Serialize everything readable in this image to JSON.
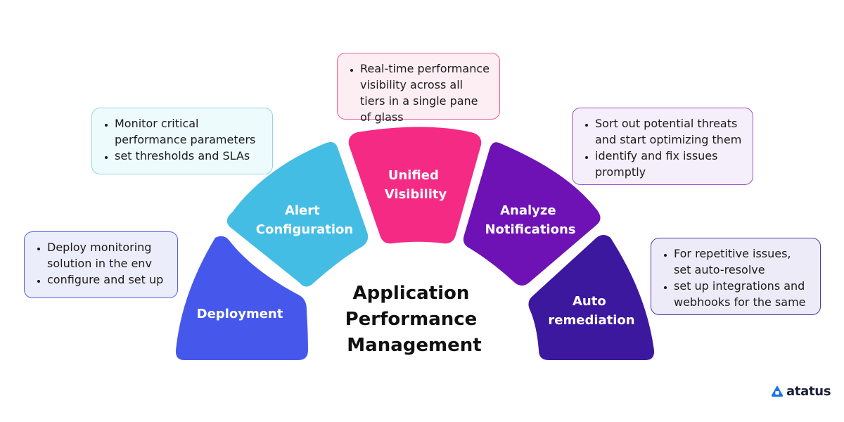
{
  "center": {
    "title_lines": [
      "Application",
      "Performance",
      "Management"
    ]
  },
  "segments": [
    {
      "id": "deployment",
      "label_lines": [
        "Deployment"
      ],
      "color": "#4658ec",
      "notes": [
        "Deploy monitoring solution in the env",
        "configure and set up"
      ]
    },
    {
      "id": "alert",
      "label_lines": [
        "Alert",
        "Configuration"
      ],
      "color": "#44bde4",
      "notes": [
        "Monitor critical performance parameters",
        "set thresholds and SLAs"
      ]
    },
    {
      "id": "unified",
      "label_lines": [
        "Unified",
        "Visibility"
      ],
      "color": "#f52a85",
      "notes": [
        "Real-time performance visibility across all tiers in a single pane of glass"
      ]
    },
    {
      "id": "analyze",
      "label_lines": [
        "Analyze",
        "Notifications"
      ],
      "color": "#6e12b5",
      "notes": [
        "Sort out potential threats and start optimizing them",
        "identify and fix issues promptly"
      ]
    },
    {
      "id": "auto",
      "label_lines": [
        "Auto",
        "remediation"
      ],
      "color": "#3c189e",
      "notes": [
        "For repetitive issues, set auto-resolve",
        "set up integrations and webhooks for the same"
      ]
    }
  ],
  "brand": {
    "name": "atatus",
    "icon": "atatus-logo-icon",
    "color": "#1a73e8"
  }
}
